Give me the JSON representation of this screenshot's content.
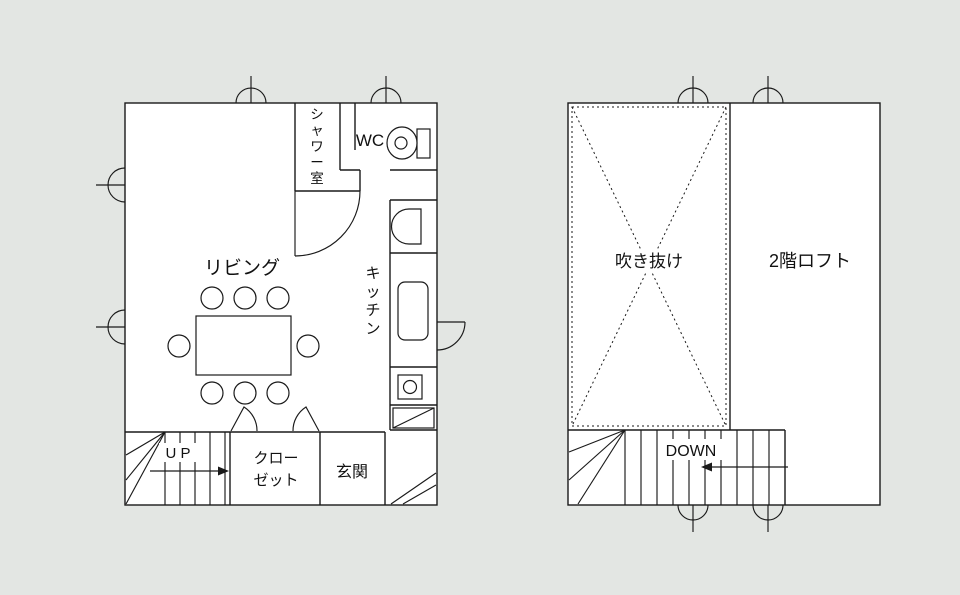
{
  "colors": {
    "background": "#e3e6e3",
    "plan_paper": "#ffffff",
    "line": "#1a1a1a"
  },
  "floor1": {
    "rooms": {
      "living": "リビング",
      "shower": "シャワー室",
      "wc": "WC",
      "kitchen": "キッチン",
      "closet_line1": "クロー",
      "closet_line2": "ゼット",
      "entrance": "玄関"
    },
    "stairs": {
      "direction_label": "U P"
    }
  },
  "floor2": {
    "rooms": {
      "void": "吹き抜け",
      "loft": "2階ロフト"
    },
    "stairs": {
      "direction_label": "DOWN"
    }
  }
}
